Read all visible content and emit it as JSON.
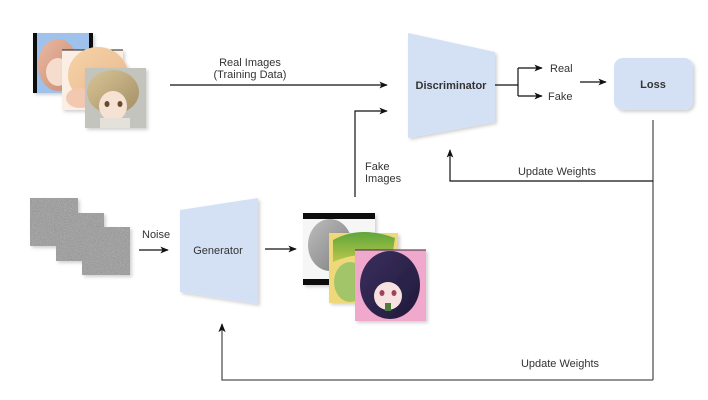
{
  "diagram": {
    "title": "GAN training pipeline",
    "colors": {
      "node_fill": "#d4e1f5",
      "edge": "#111111",
      "text": "#333333",
      "background": "#ffffff"
    },
    "nodes": {
      "discriminator": {
        "label": "Discriminator",
        "shape": "trapezoid"
      },
      "generator": {
        "label": "Generator",
        "shape": "trapezoid"
      },
      "loss": {
        "label": "Loss",
        "shape": "rounded-rectangle"
      },
      "real_images": {
        "label": "real image stack",
        "count": 3
      },
      "noise_images": {
        "label": "noise image stack",
        "count": 3
      },
      "fake_images": {
        "label": "fake image stack",
        "count": 3
      }
    },
    "edge_labels": {
      "real_images_line1": "Real Images",
      "real_images_line2": "(Training Data)",
      "fake_images_line1": "Fake",
      "fake_images_line2": "Images",
      "noise": "Noise",
      "real": "Real",
      "fake": "Fake",
      "update_weights_discriminator": "Update Weights",
      "update_weights_generator": "Update Weights"
    },
    "edges": [
      {
        "from": "real_images",
        "to": "discriminator",
        "label": "Real Images (Training Data)"
      },
      {
        "from": "fake_images",
        "to": "discriminator",
        "label": "Fake Images"
      },
      {
        "from": "noise_images",
        "to": "generator",
        "label": "Noise"
      },
      {
        "from": "generator",
        "to": "fake_images",
        "label": ""
      },
      {
        "from": "discriminator",
        "to": "real",
        "label": "Real"
      },
      {
        "from": "discriminator",
        "to": "fake",
        "label": "Fake"
      },
      {
        "from": "real/fake",
        "to": "loss",
        "label": ""
      },
      {
        "from": "loss",
        "to": "discriminator",
        "label": "Update Weights"
      },
      {
        "from": "loss",
        "to": "generator",
        "label": "Update Weights"
      }
    ]
  }
}
